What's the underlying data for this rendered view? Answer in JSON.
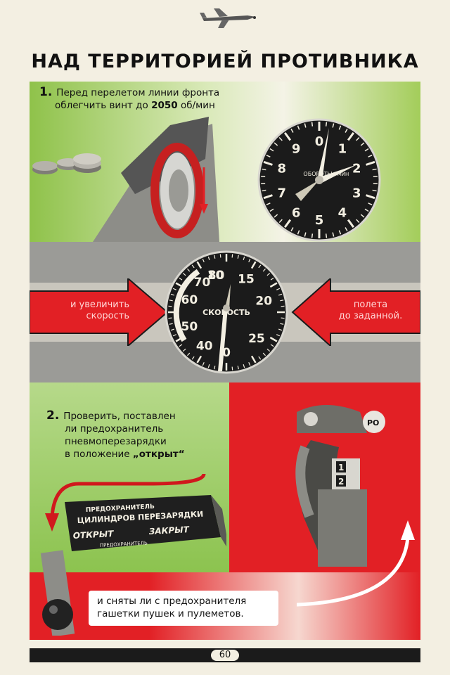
{
  "page": {
    "title": "НАД ТЕРРИТОРИЕЙ ПРОТИВНИКА",
    "page_number": "60"
  },
  "step1": {
    "number": "1.",
    "line1": "Перед перелетом линии фронта",
    "line2_prefix": "облегчить винт до ",
    "line2_value": "2050",
    "line2_suffix": " об/мин"
  },
  "rpm_gauge": {
    "label": "ОБОРОТЫ",
    "unit": "МИН",
    "numbers": [
      "0",
      "1",
      "2",
      "3",
      "4",
      "5",
      "6",
      "7",
      "8",
      "9"
    ]
  },
  "speed_gauge": {
    "label": "СКОРОСТЬ",
    "numbers": [
      "0",
      "10",
      "15",
      "20",
      "25",
      "40",
      "50",
      "60",
      "70",
      "80"
    ]
  },
  "speed_arrows": {
    "left_line1": "и увеличить",
    "left_line2": "скорость",
    "right_line1": "полета",
    "right_line2": "до заданной."
  },
  "step2": {
    "number": "2.",
    "line1": "Проверить, поставлен",
    "line2": "ли предохранитель",
    "line3": "пневмоперезарядки",
    "line4_prefix": "в положение ",
    "line4_value": "„открыт“"
  },
  "safety_plate": {
    "line1": "ПРЕДОХРАНИТЕЛЬ",
    "line2": "ЦИЛИНДРОВ ПЕРЕЗАРЯДКИ",
    "open": "ОТКРЫТ",
    "closed": "ЗАКРЫТ",
    "bottom": "ПРЕДОХРАНИТЕЛЬ"
  },
  "control_stick": {
    "button_label": "РО",
    "lever1": "1",
    "lever2": "2"
  },
  "bottom_note": {
    "line1": "и сняты ли с предохранителя",
    "line2": "гашетки пушек и пулеметов."
  },
  "colors": {
    "red": "#e22025",
    "green": "#8fc24a",
    "gray": "#9b9b97",
    "dark": "#1b1b1b"
  }
}
